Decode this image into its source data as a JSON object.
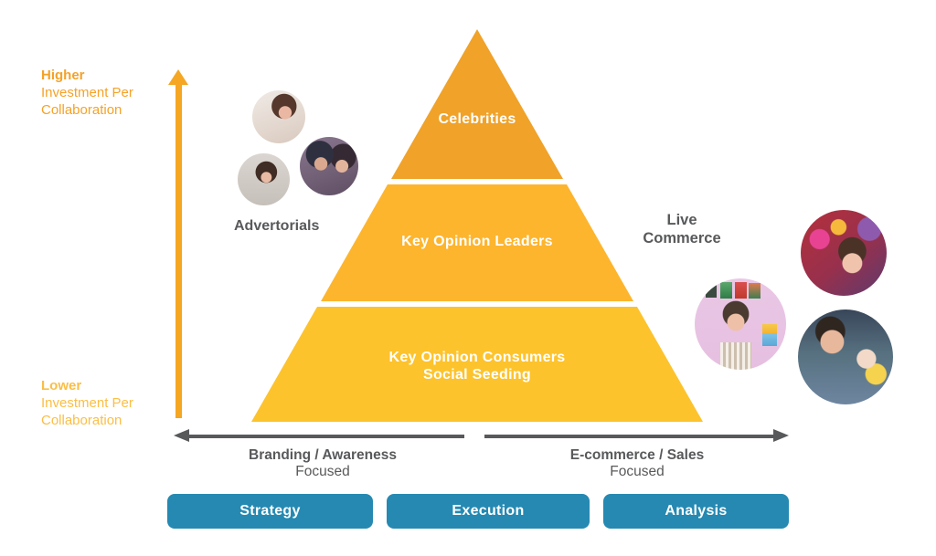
{
  "colors": {
    "tier_top": "#F0A229",
    "tier_middle": "#FDB52E",
    "tier_bottom": "#FDC32D",
    "axis_arrow_orange": "#F5A623",
    "higher_label_orange": "#F5A228",
    "lower_label_orange": "#FBBE45",
    "gray_text": "#58595B",
    "button_blue": "#2589B2",
    "tier_text_white": "#FFFFFF"
  },
  "y_axis": {
    "top_lines": [
      "Higher",
      "Investment Per",
      "Collaboration"
    ],
    "bottom_lines": [
      "Lower",
      "Investment Per",
      "Collaboration"
    ]
  },
  "pyramid": {
    "tiers": [
      {
        "label": "Celebrities"
      },
      {
        "label": "Key Opinion Leaders"
      },
      {
        "lines": [
          "Key Opinion Consumers",
          "Social Seeding"
        ]
      }
    ]
  },
  "side_labels": {
    "left": "Advertorials",
    "right_lines": [
      "Live",
      "Commerce"
    ]
  },
  "x_axis": {
    "left_bold": "Branding / Awareness",
    "left_sub": "Focused",
    "right_bold": "E-commerce / Sales",
    "right_sub": "Focused"
  },
  "buttons": [
    {
      "label": "Strategy"
    },
    {
      "label": "Execution"
    },
    {
      "label": "Analysis"
    }
  ],
  "photos": {
    "adv1": "advertorial-influencer-photo",
    "adv2": "advertorial-influencer-photo",
    "adv3": "advertorial-couple-photo",
    "live1": "live-commerce-stream-photo",
    "live2": "live-commerce-stream-photo",
    "live3": "live-commerce-stream-photo"
  }
}
